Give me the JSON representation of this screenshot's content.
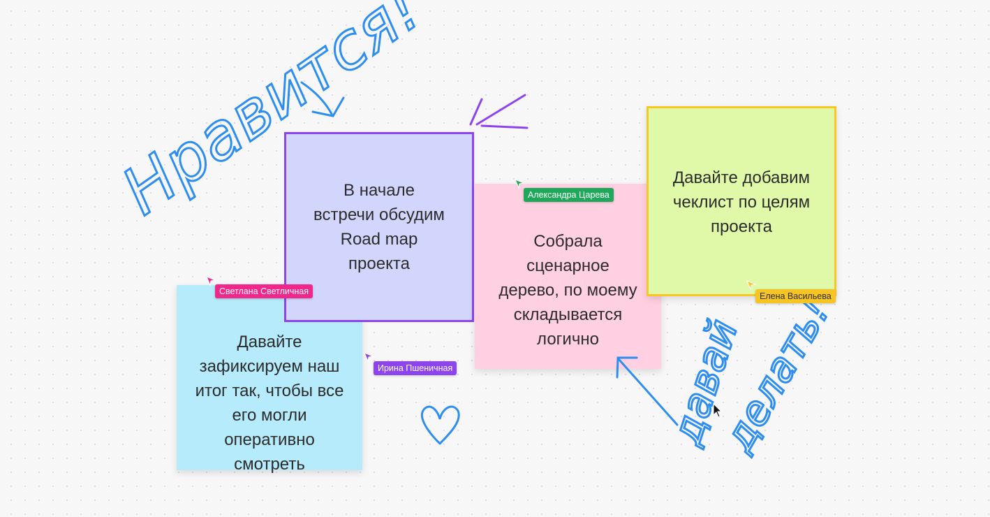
{
  "notes": [
    {
      "id": "blue",
      "text": "Давайте\nзафиксируем наш\nитог так, чтобы все\nего могли\nоперативно смотреть",
      "bg": "#b5ebfb"
    },
    {
      "id": "purple",
      "text": "В начале\nвстречи обсудим\nRoad map\nпроекта",
      "bg": "#d3d6fc",
      "border": "#8d44ef"
    },
    {
      "id": "pink",
      "text": "Собрала\nсценарное\nдерево, по моему\nскладывается\nлогично",
      "bg": "#ffd0e1"
    },
    {
      "id": "green",
      "text": "Давайте добавим\nчеклист по целям\nпроекта",
      "bg": "#dff9a9",
      "border": "#f7c823"
    }
  ],
  "collaborators": [
    {
      "name": "Светлана Светличная",
      "color": "#f0288b"
    },
    {
      "name": "Ирина Пшеничная",
      "color": "#8d44ef"
    },
    {
      "name": "Александра Царева",
      "color": "#1fa85a"
    },
    {
      "name": "Елена Васильева",
      "color": "#f7c523"
    }
  ],
  "handwriting": {
    "top_left": "Нравится!",
    "bottom_right_1": "давай",
    "bottom_right_2": "делать!",
    "color": "#2d8ef0"
  }
}
